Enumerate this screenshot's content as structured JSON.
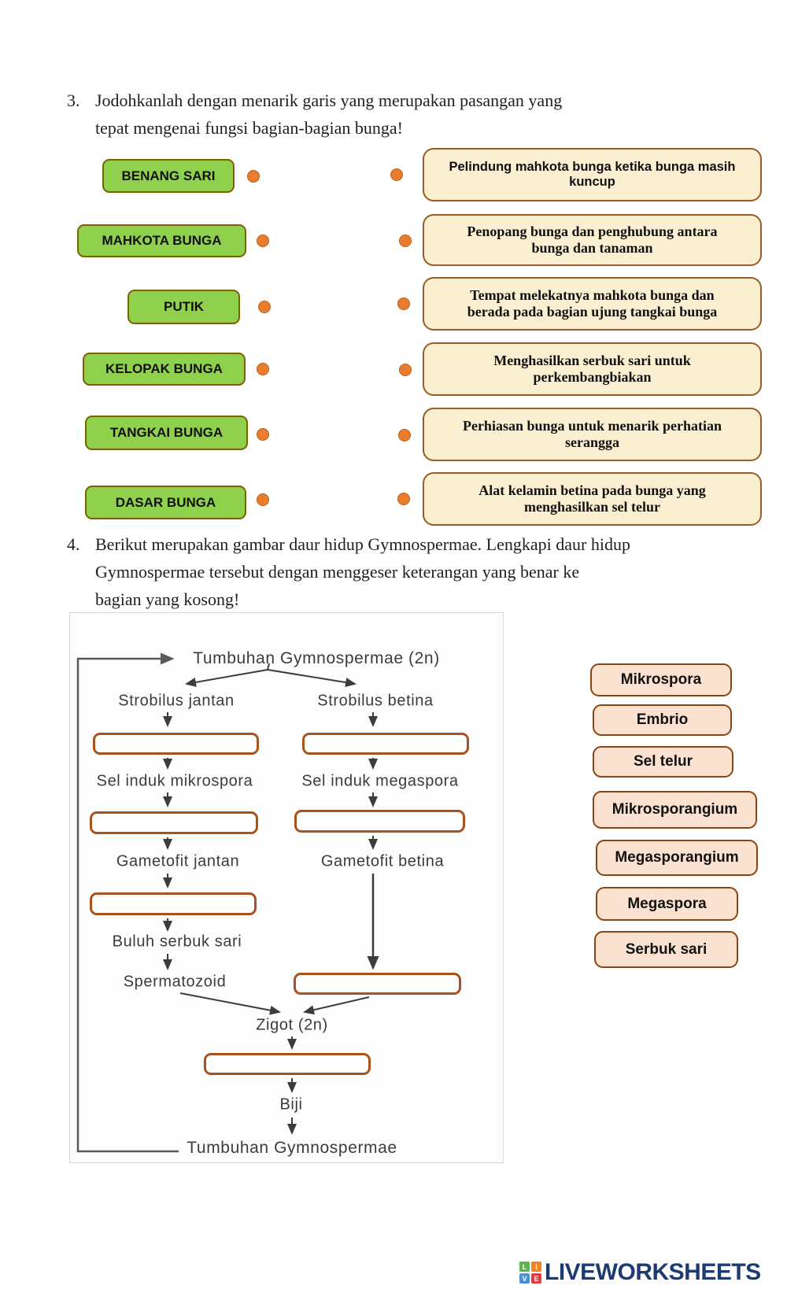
{
  "q3": {
    "number": "3.",
    "text": "Jodohkanlah dengan menarik garis yang merupakan pasangan yang\ntepat mengenai fungsi bagian-bagian bunga!"
  },
  "matching": {
    "left": [
      "BENANG SARI",
      "MAHKOTA BUNGA",
      "PUTIK",
      "KELOPAK BUNGA",
      "TANGKAI BUNGA",
      "DASAR BUNGA"
    ],
    "right": [
      "Pelindung mahkota bunga ketika bunga masih kuncup",
      "Penopang bunga dan penghubung antara bunga dan tanaman",
      "Tempat melekatnya mahkota bunga dan berada pada bagian ujung tangkai bunga",
      "Menghasilkan serbuk sari untuk perkembangbiakan",
      "Perhiasan bunga untuk menarik perhatian serangga",
      "Alat kelamin betina pada bunga yang menghasilkan sel telur"
    ],
    "colors": {
      "term_fill": "#8fd04c",
      "term_border": "#7f6000",
      "desc_fill": "#fbefd1",
      "desc_border": "#9c5b26",
      "dot": "#e87d2e"
    }
  },
  "q4": {
    "number": "4.",
    "text": "Berikut merupakan gambar daur hidup Gymnospermae. Lengkapi daur hidup\nGymnospermae tersebut dengan menggeser keterangan yang benar ke\nbagian yang kosong!"
  },
  "diagram": {
    "title": "Tumbuhan Gymnospermae (2n)",
    "labels": {
      "strobilus_jantan": "Strobilus jantan",
      "strobilus_betina": "Strobilus betina",
      "sel_induk_mikrospora": "Sel induk mikrospora",
      "sel_induk_megaspora": "Sel induk megaspora",
      "gametofit_jantan": "Gametofit jantan",
      "gametofit_betina": "Gametofit betina",
      "buluh_serbuk_sari": "Buluh serbuk sari",
      "spermatozoid": "Spermatozoid",
      "zigot": "Zigot (2n)",
      "biji": "Biji",
      "bottom": "Tumbuhan Gymnospermae"
    }
  },
  "options": {
    "items": [
      "Mikrospora",
      "Embrio",
      "Sel telur",
      "Mikrosporangium",
      "Megasporangium",
      "Megaspora",
      "Serbuk sari"
    ],
    "fill": "#fbe2d0",
    "border": "#8b4513"
  },
  "footer": {
    "brand": "LIVEWORKSHEETS",
    "brand_color": "#1d3b73",
    "logo_squares": [
      {
        "letter": "L",
        "color": "#5db54c"
      },
      {
        "letter": "I",
        "color": "#f5821f"
      },
      {
        "letter": "V",
        "color": "#4f8fd3"
      },
      {
        "letter": "E",
        "color": "#e23d3d"
      }
    ]
  }
}
